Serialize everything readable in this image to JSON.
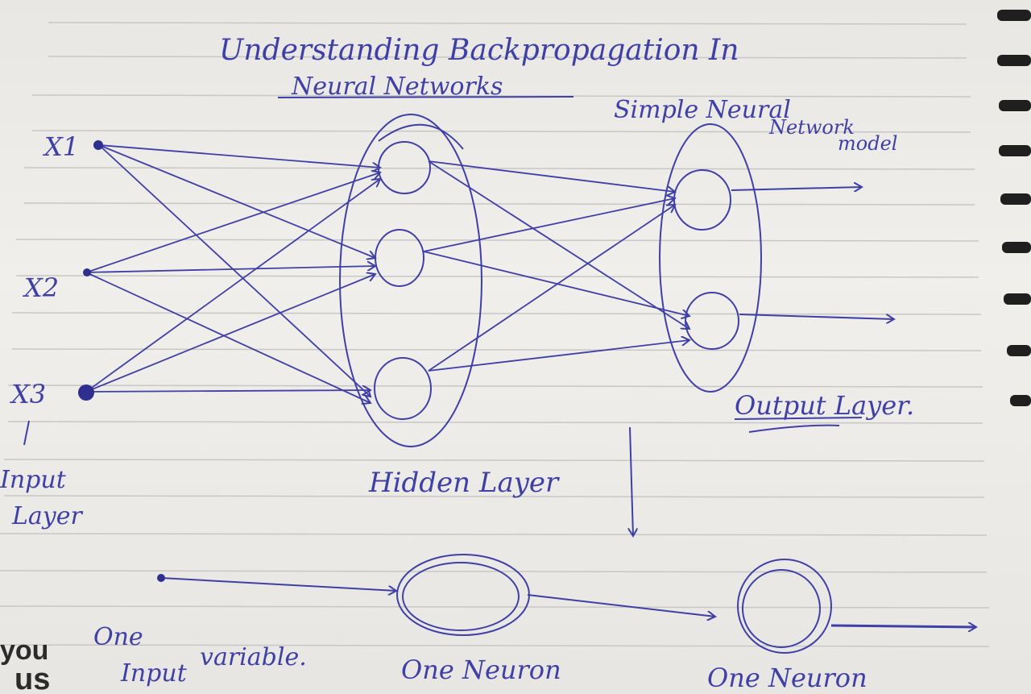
{
  "title_line1": "Understanding Backpropagation In",
  "title_line2": "Neural Networks",
  "caption": [
    "Simple Neural",
    "Network",
    "model"
  ],
  "inputs": [
    "X1",
    "X2",
    "X3"
  ],
  "labels": {
    "input_layer": [
      "Input",
      "Layer"
    ],
    "hidden_layer": "Hidden Layer",
    "output_layer": "Output Layer."
  },
  "bottom": {
    "input_variable": [
      "One",
      "Input",
      "variable."
    ],
    "neuron_1": "One Neuron",
    "neuron_2": "One Neuron"
  },
  "brand": [
    "you",
    "us"
  ],
  "colors": {
    "ink": "#3f3fa8",
    "paper": "#efede9",
    "rule": "#c9c7c4"
  }
}
